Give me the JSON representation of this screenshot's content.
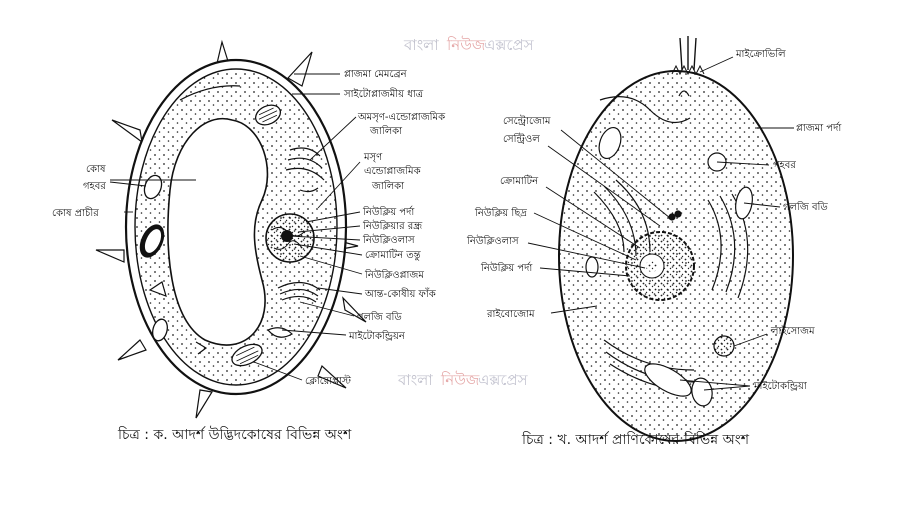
{
  "watermark": {
    "part1": "বাংলা",
    "part2": "নিউজ",
    "part3": "এক্সপ্রেস",
    "colors": {
      "part1": "#8a8aa0",
      "part2": "#d06060",
      "part3": "#9090a8"
    }
  },
  "plant_cell": {
    "labels": {
      "plasma_membrane": "প্লাজমা মেমব্রেন",
      "cytoplasm": "সাইটোপ্লাজমীয় ধাত্র",
      "rough_er": "অমসৃণ-এন্ডোপ্লাজমিক",
      "rough_er_2": "জালিকা",
      "smooth_er": "মসৃণ",
      "smooth_er_2": "এন্ডোপ্লাজমিক",
      "smooth_er_3": "জালিকা",
      "nuclear_membrane": "নিউক্লিয় পর্দা",
      "nuclear_pore": "নিউক্লিয়ার রন্ধ্র",
      "nucleolus": "নিউক্লিওলাস",
      "chromatin": "ক্রোমাটিন তন্তু",
      "nucleoplasm": "নিউক্লিওপ্লাজম",
      "intercellular_space": "আন্ত-কোষীয় ফাঁক",
      "golgi": "গলজি বডি",
      "mitochondria": "মাইটোকন্ড্রিয়ন",
      "chloroplast": "ক্লোরোপ্লাস্ট",
      "vacuole": "কোষ",
      "vacuole_2": "গহবর",
      "cell_wall": "কোষ প্রাচীর"
    },
    "caption": "চিত্র : ক. আদর্শ উদ্ভিদকোষের বিভিন্ন অংশ"
  },
  "animal_cell": {
    "labels": {
      "microvilli": "মাইক্রোভিলি",
      "centrosome": "সেন্ট্রোজোম",
      "centriole": "সেন্ট্রিওল",
      "chromatin": "ক্রোমাটিন",
      "nuclear_pore": "নিউক্লিয় ছিদ্র",
      "nucleolus": "নিউক্লিওলাস",
      "nuclear_membrane": "নিউক্লিয় পর্দা",
      "ribosome": "রাইবোজোম",
      "plasma_membrane": "প্লাজমা পর্দা",
      "vacuole": "গহবর",
      "golgi": "গলজি বডি",
      "lysosome": "লাইসোজম",
      "mitochondria": "মাইটোকন্ড্রিয়া"
    },
    "caption": "চিত্র : খ. আদর্শ প্রাণিকোষের বিভিন্ন অংশ"
  }
}
